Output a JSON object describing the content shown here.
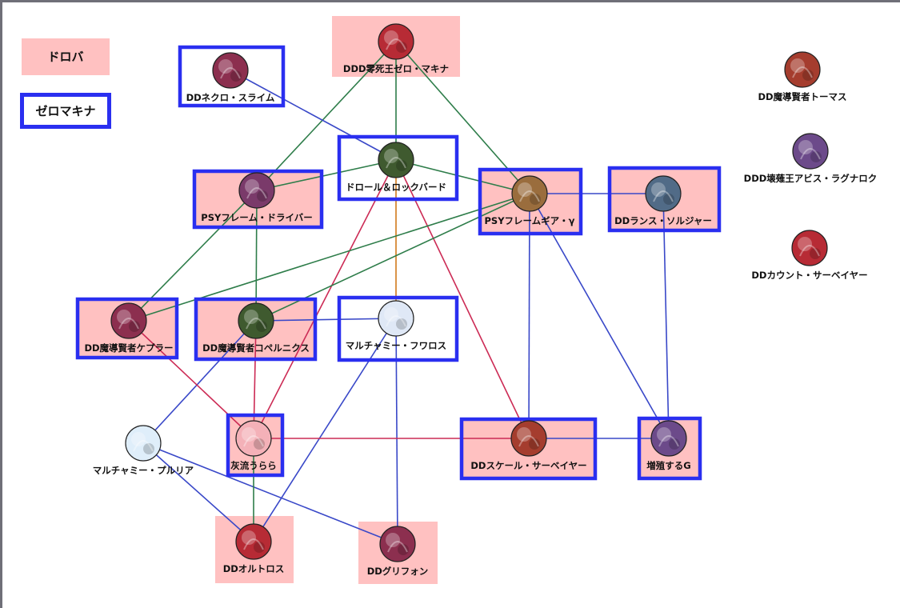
{
  "legend": {
    "pink_label": "ドロバ",
    "blue_label": "ゼロマキナ"
  },
  "colors": {
    "pink_fill": "#ffc1c1",
    "blue_border": "#2a2ff0",
    "edge_green": "#2e7d4a",
    "edge_blue": "#3948c8",
    "edge_red": "#cc2b55",
    "edge_orange": "#d07a1a"
  },
  "nodes": [
    {
      "id": "zero-machina",
      "label": "DDD零死王ゼロ・マキナ",
      "pink": true,
      "blue": false,
      "icon": "red-demon-king-card-art"
    },
    {
      "id": "necro-slime",
      "label": "DDネクロ・スライム",
      "pink": false,
      "blue": true,
      "icon": "red-slime-card-art"
    },
    {
      "id": "droll-lockbird",
      "label": "ドロール＆ロックバード",
      "pink": false,
      "blue": true,
      "icon": "witch-and-bird-card-art"
    },
    {
      "id": "psy-driver",
      "label": "PSYフレーム・ドライバー",
      "pink": true,
      "blue": true,
      "icon": "psychic-driver-card-art"
    },
    {
      "id": "psy-gear-gamma",
      "label": "PSYフレームギア・γ",
      "pink": true,
      "blue": true,
      "icon": "psychic-gear-card-art"
    },
    {
      "id": "lance-soldier",
      "label": "DDランス・ソルジャー",
      "pink": true,
      "blue": true,
      "icon": "lance-soldier-card-art"
    },
    {
      "id": "thomas",
      "label": "DD魔導賢者トーマス",
      "pink": false,
      "blue": false,
      "icon": "sage-thomas-card-art"
    },
    {
      "id": "abyss-ragnarok",
      "label": "DDD壊薙王アビス・ラグナロク",
      "pink": false,
      "blue": false,
      "icon": "abyss-king-card-art"
    },
    {
      "id": "count-surveyor",
      "label": "DDカウント・サーベイヤー",
      "pink": false,
      "blue": false,
      "icon": "count-surveyor-card-art"
    },
    {
      "id": "kepler",
      "label": "DD魔導賢者ケプラー",
      "pink": true,
      "blue": true,
      "icon": "sage-kepler-card-art"
    },
    {
      "id": "copernicus",
      "label": "DD魔導賢者コペルニクス",
      "pink": true,
      "blue": true,
      "icon": "sage-copernicus-card-art"
    },
    {
      "id": "mal-furloss",
      "label": "マルチャミー・フワロス",
      "pink": false,
      "blue": true,
      "icon": "mal-furloss-card-art"
    },
    {
      "id": "mal-pruria",
      "label": "マルチャミー・プルリア",
      "pink": false,
      "blue": false,
      "icon": "mal-pruria-card-art"
    },
    {
      "id": "ash-blossom",
      "label": "灰流うらら",
      "pink": true,
      "blue": true,
      "icon": "ash-blossom-card-art"
    },
    {
      "id": "scale-surveyor",
      "label": "DDスケール・サーベイヤー",
      "pink": true,
      "blue": true,
      "icon": "scale-surveyor-card-art"
    },
    {
      "id": "maxx-c",
      "label": "増殖するG",
      "pink": true,
      "blue": true,
      "icon": "maxx-c-card-art"
    },
    {
      "id": "orthros",
      "label": "DDオルトロス",
      "pink": true,
      "blue": false,
      "icon": "orthros-card-art"
    },
    {
      "id": "gryphon",
      "label": "DDグリフォン",
      "pink": true,
      "blue": false,
      "icon": "gryphon-card-art"
    }
  ],
  "edges": [
    {
      "from": "zero-machina",
      "to": "droll-lockbird",
      "color": "green"
    },
    {
      "from": "zero-machina",
      "to": "psy-driver",
      "color": "green"
    },
    {
      "from": "zero-machina",
      "to": "psy-gear-gamma",
      "color": "green"
    },
    {
      "from": "necro-slime",
      "to": "droll-lockbird",
      "color": "blue"
    },
    {
      "from": "droll-lockbird",
      "to": "psy-driver",
      "color": "green"
    },
    {
      "from": "droll-lockbird",
      "to": "psy-gear-gamma",
      "color": "green"
    },
    {
      "from": "droll-lockbird",
      "to": "mal-furloss",
      "color": "orange"
    },
    {
      "from": "droll-lockbird",
      "to": "ash-blossom",
      "color": "red"
    },
    {
      "from": "droll-lockbird",
      "to": "scale-surveyor",
      "color": "red"
    },
    {
      "from": "psy-driver",
      "to": "kepler",
      "color": "green"
    },
    {
      "from": "psy-driver",
      "to": "copernicus",
      "color": "green"
    },
    {
      "from": "psy-gear-gamma",
      "to": "lance-soldier",
      "color": "blue"
    },
    {
      "from": "psy-gear-gamma",
      "to": "kepler",
      "color": "green"
    },
    {
      "from": "psy-gear-gamma",
      "to": "copernicus",
      "color": "green"
    },
    {
      "from": "psy-gear-gamma",
      "to": "scale-surveyor",
      "color": "blue"
    },
    {
      "from": "psy-gear-gamma",
      "to": "maxx-c",
      "color": "blue"
    },
    {
      "from": "lance-soldier",
      "to": "maxx-c",
      "color": "blue"
    },
    {
      "from": "copernicus",
      "to": "mal-furloss",
      "color": "blue"
    },
    {
      "from": "copernicus",
      "to": "ash-blossom",
      "color": "red"
    },
    {
      "from": "copernicus",
      "to": "mal-pruria",
      "color": "blue"
    },
    {
      "from": "kepler",
      "to": "ash-blossom",
      "color": "red"
    },
    {
      "from": "mal-furloss",
      "to": "orthros",
      "color": "blue"
    },
    {
      "from": "mal-furloss",
      "to": "gryphon",
      "color": "blue"
    },
    {
      "from": "mal-pruria",
      "to": "orthros",
      "color": "blue"
    },
    {
      "from": "mal-pruria",
      "to": "gryphon",
      "color": "blue"
    },
    {
      "from": "ash-blossom",
      "to": "scale-surveyor",
      "color": "red"
    },
    {
      "from": "ash-blossom",
      "to": "orthros",
      "color": "green"
    },
    {
      "from": "scale-surveyor",
      "to": "maxx-c",
      "color": "blue"
    }
  ]
}
